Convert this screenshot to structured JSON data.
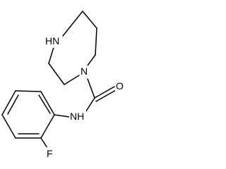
{
  "labels": {
    "nh_ring": "HN",
    "n_ring": "N",
    "o_carbonyl": "O",
    "nh_amide": "NH",
    "f": "F"
  },
  "colors": {
    "bond": "#000000",
    "label": "#000000",
    "background": "#ffffff"
  }
}
